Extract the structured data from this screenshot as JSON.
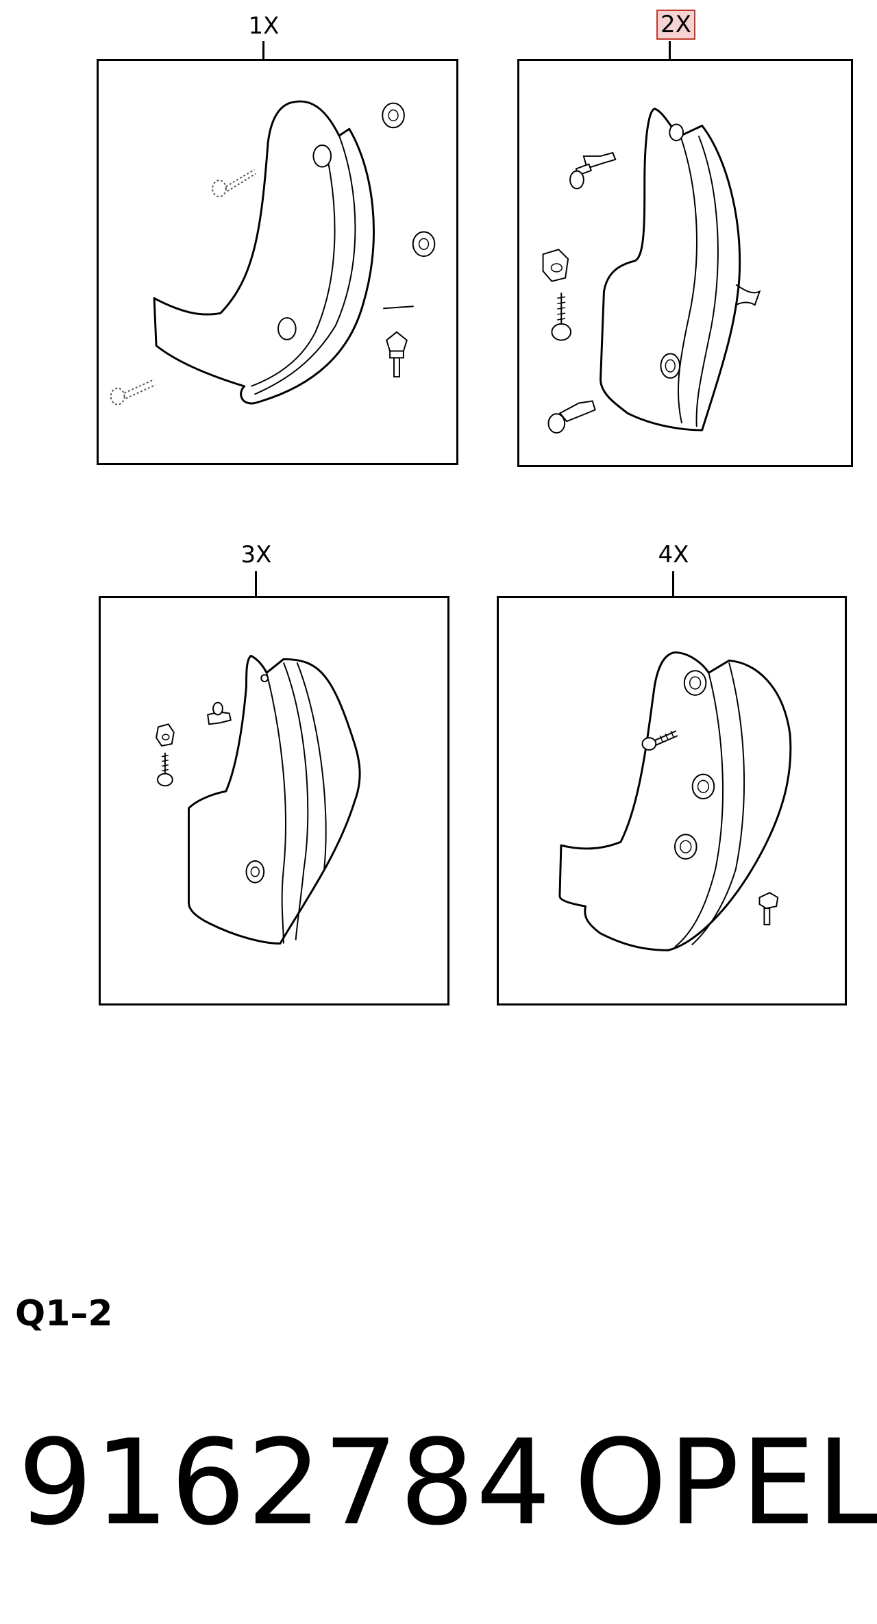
{
  "kits": [
    {
      "callout": "1X"
    },
    {
      "callout": "2X"
    },
    {
      "callout": "3X"
    },
    {
      "callout": "4X"
    }
  ],
  "footer": {
    "code": "Q1–2",
    "part_number": "9162784",
    "brand": "OPEL"
  },
  "colors": {
    "line": "#000000",
    "highlight_fill": "#f6d2d2",
    "highlight_border": "#c0392b"
  }
}
